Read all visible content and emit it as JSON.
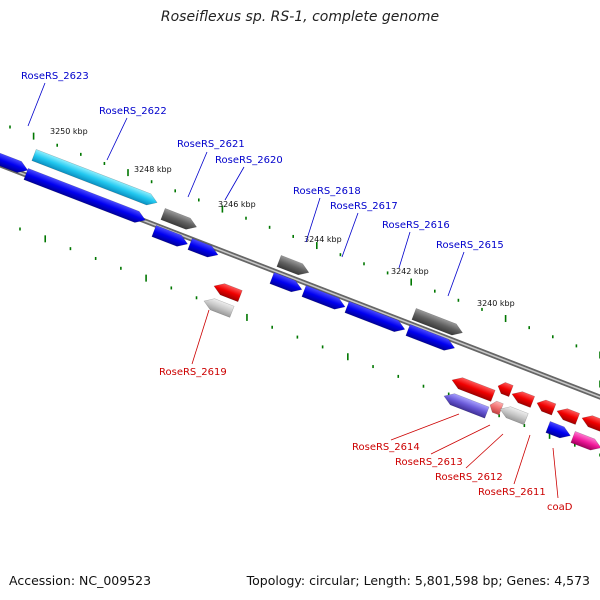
{
  "title": "Roseiflexus sp. RS-1, complete genome",
  "footer": {
    "accession": "Accession: NC_009523",
    "topology": "Topology: circular; Length: 5,801,598 bp; Genes: 4,573"
  },
  "colors": {
    "forward_label": "#0000cc",
    "reverse_label": "#cc0000",
    "tick": "#007700",
    "backbone": "#888888"
  },
  "ruler": [
    {
      "label": "3250 kbp"
    },
    {
      "label": "3248 kbp"
    },
    {
      "label": "3246 kbp"
    },
    {
      "label": "3244 kbp"
    },
    {
      "label": "3242 kbp"
    },
    {
      "label": "3240 kbp"
    }
  ],
  "forward_genes": [
    {
      "label": "RoseRS_2623",
      "color": "light-blue"
    },
    {
      "label": "RoseRS_2622",
      "color": "blue"
    },
    {
      "label": "RoseRS_2621",
      "color": "gray"
    },
    {
      "label": "RoseRS_2620",
      "color": "blue"
    },
    {
      "label": "RoseRS_2618",
      "color": "gray"
    },
    {
      "label": "RoseRS_2617",
      "color": "blue"
    },
    {
      "label": "RoseRS_2616",
      "color": "blue"
    },
    {
      "label": "RoseRS_2615",
      "color": "gray"
    }
  ],
  "reverse_genes": [
    {
      "label": "RoseRS_2619",
      "color": "light-gray"
    },
    {
      "label": "RoseRS_2614",
      "color": "purple"
    },
    {
      "label": "RoseRS_2613",
      "color": "pink"
    },
    {
      "label": "RoseRS_2612",
      "color": "light-gray"
    },
    {
      "label": "RoseRS_2611",
      "color": "blue"
    },
    {
      "label": "coaD",
      "color": "magenta"
    }
  ]
}
